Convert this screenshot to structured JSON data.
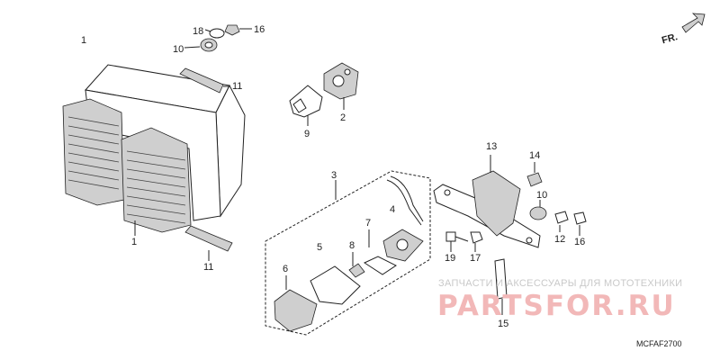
{
  "diagram": {
    "code": "MCFAF2700",
    "fr_label": "FR.",
    "callouts": [
      "1",
      "1",
      "2",
      "3",
      "4",
      "5",
      "6",
      "7",
      "8",
      "9",
      "10",
      "10",
      "11",
      "11",
      "12",
      "13",
      "14",
      "15",
      "16",
      "16",
      "17",
      "18",
      "19"
    ]
  },
  "watermark": {
    "top_text": "ЗАПЧАСТИ И АКСЕССУАРЫ ДЛЯ МОТОТЕХНИКИ",
    "brand_text": "PARTSFOR.RU",
    "color": "#f2b8b8"
  }
}
